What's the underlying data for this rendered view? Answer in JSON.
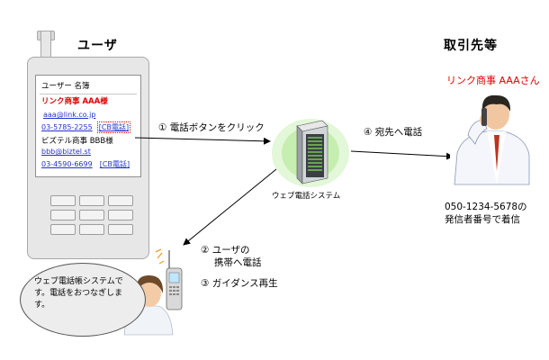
{
  "headings": {
    "user": "ユーザ",
    "partner": "取引先等"
  },
  "phone_screen": {
    "title": "ユーザー 名簿",
    "contact1": {
      "name": "リンク商事 AAA様",
      "email": "aaa@link.co.jp",
      "phone": "03-5785-2255",
      "button": "[CB電話]"
    },
    "contact2": {
      "name": "ビズテル商事 BBB様",
      "email": "bbb@biztel.st",
      "phone": "03-4590-6699",
      "button": "[CB電話]"
    }
  },
  "server_label": "ウェブ電話システム",
  "steps": {
    "s1": "① 電話ボタンをクリック",
    "s2a": "② ユーザの",
    "s2b": "携帯へ電話",
    "s3": "③ ガイダンス再生",
    "s4": "④ 宛先へ電話"
  },
  "partner_name": "リンク商事 AAAさん",
  "caller_id": {
    "line1": "050-1234-5678の",
    "line2": "発信者番号で着信"
  },
  "bubble_text": "ウェブ電話帳システムです。電話をおつなぎします。",
  "colors": {
    "highlight_red": "#e00000",
    "link_blue": "#2233cc",
    "server_green": "#1d9b2a"
  }
}
